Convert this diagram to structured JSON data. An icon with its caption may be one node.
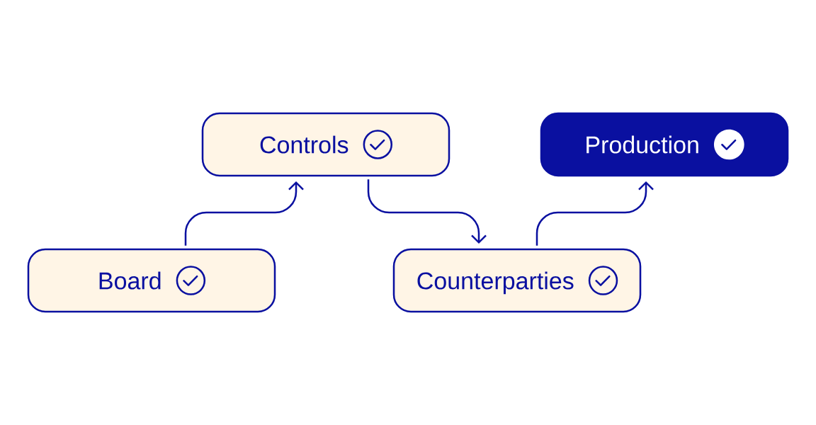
{
  "diagram": {
    "nodes": [
      {
        "text": [
          "Controls"
        ]
      },
      {
        "text": [
          "Production"
        ]
      },
      {
        "text": [
          "Board"
        ]
      },
      {
        "text": [
          "Counterparties"
        ]
      }
    ],
    "edges": [
      {
        "from": 2,
        "to": 0,
        "arrow": "to"
      },
      {
        "from": 0,
        "to": 3,
        "arrow": "to"
      },
      {
        "from": 3,
        "to": 1,
        "arrow": "to"
      }
    ]
  }
}
